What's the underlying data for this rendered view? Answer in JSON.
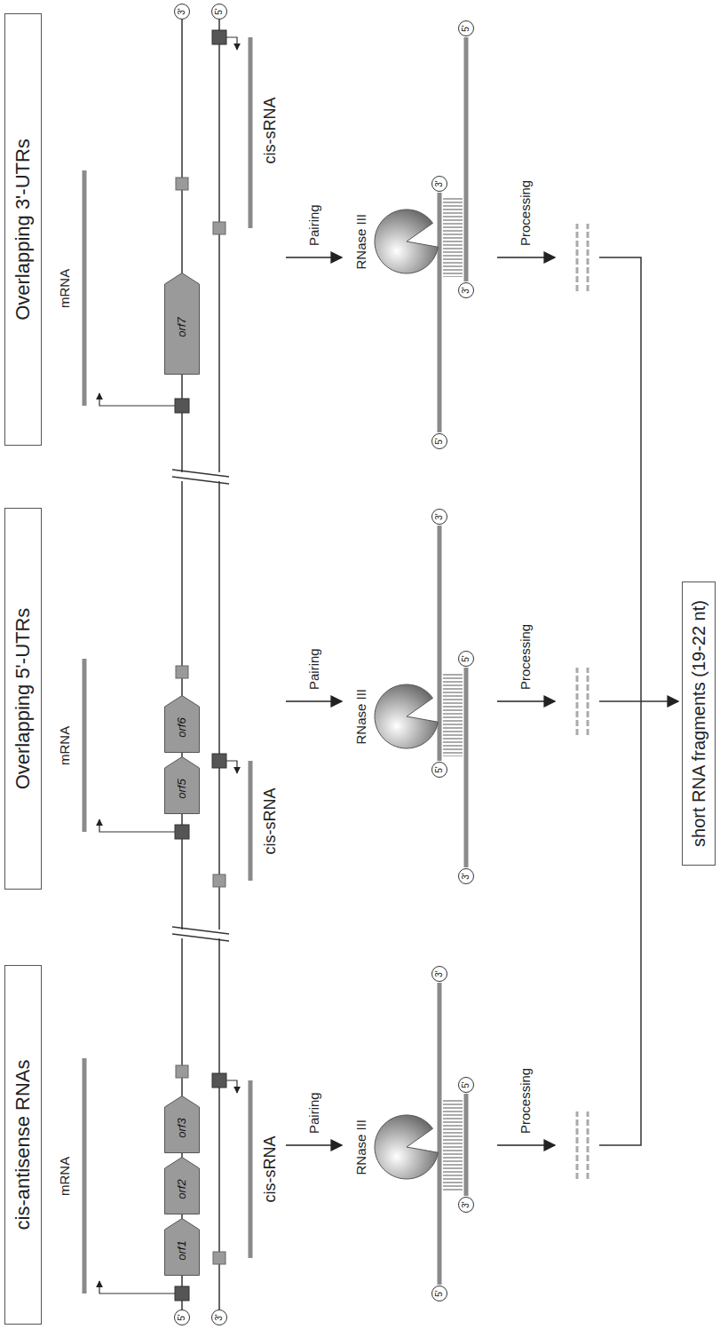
{
  "diagram": {
    "nodes": [
      {
        "text": [
          "cis-antisense RNAs"
        ]
      },
      {
        "text": [
          "Overlapping 5'-UTRs"
        ]
      },
      {
        "text": [
          "Overlapping 3'-UTRs"
        ]
      },
      {
        "text": [
          "5'"
        ]
      },
      {
        "text": [
          "3'"
        ]
      },
      {
        "text": [
          "orf1"
        ]
      },
      {
        "text": [
          "orf2"
        ]
      },
      {
        "text": [
          "orf3"
        ]
      },
      {
        "text": [
          "orf5"
        ]
      },
      {
        "text": [
          "orf6"
        ]
      },
      {
        "text": [
          "orf7"
        ]
      },
      {
        "text": [
          "3'"
        ]
      },
      {
        "text": [
          "5'"
        ]
      },
      {
        "text": [
          "5'"
        ]
      },
      {
        "text": [
          "3'"
        ]
      },
      {
        "text": [
          "3'"
        ]
      },
      {
        "text": [
          "5'"
        ]
      },
      {
        "text": [
          "3'"
        ]
      },
      {
        "text": [
          "5'"
        ]
      },
      {
        "text": [
          "5'"
        ]
      },
      {
        "text": [
          "3'"
        ]
      },
      {
        "text": [
          "5'"
        ]
      },
      {
        "text": [
          "3'"
        ]
      },
      {
        "text": [
          "3'"
        ]
      },
      {
        "text": [
          "5'"
        ]
      },
      {
        "text": [
          "short RNA fragments (19-22 nt)"
        ]
      }
    ],
    "labels": [
      "mRNA",
      "cis-sRNA",
      "Pairing",
      "RNase III",
      "Processing",
      "mRNA",
      "cis-sRNA",
      "Pairing",
      "RNase III",
      "Processing",
      "mRNA",
      "cis-sRNA",
      "Pairing",
      "RNase III",
      "Processing"
    ]
  }
}
